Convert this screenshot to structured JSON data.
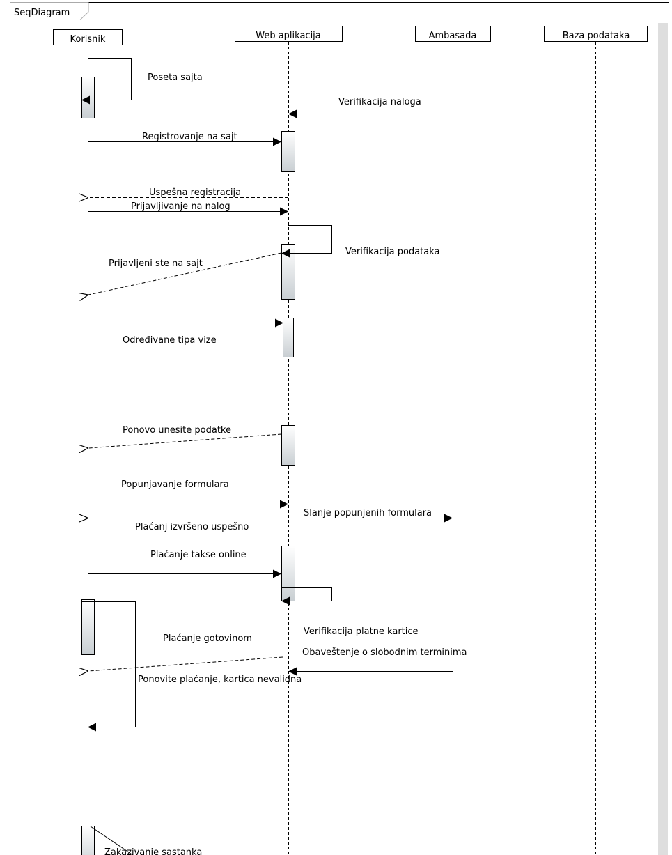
{
  "frame": {
    "title": "SeqDiagram"
  },
  "lifelines": [
    {
      "id": "korisnik",
      "label": "Korisnik"
    },
    {
      "id": "web",
      "label": "Web aplikacija"
    },
    {
      "id": "ambasada",
      "label": "Ambasada"
    },
    {
      "id": "baza",
      "label": "Baza podataka"
    }
  ],
  "messages": [
    {
      "id": "m1",
      "label": "Poseta sajta",
      "kind": "self"
    },
    {
      "id": "m2",
      "label": "Verifikacija naloga",
      "kind": "self"
    },
    {
      "id": "m3",
      "label": "Registrovanje na sajt",
      "kind": "sync"
    },
    {
      "id": "m4",
      "label": "Uspešna registracija",
      "kind": "reply"
    },
    {
      "id": "m5",
      "label": "Prijavljivanje na nalog",
      "kind": "sync"
    },
    {
      "id": "m6",
      "label": "Verifikacija podataka",
      "kind": "self"
    },
    {
      "id": "m7",
      "label": "Prijavljeni ste na sajt",
      "kind": "reply"
    },
    {
      "id": "m8",
      "label": "Određivane tipa vize",
      "kind": "sync"
    },
    {
      "id": "m9",
      "label": "Ponovo unesite podatke",
      "kind": "reply"
    },
    {
      "id": "m10",
      "label": "Popunjavanje formulara",
      "kind": "sync"
    },
    {
      "id": "m11",
      "label": "Slanje popunjenih formulara",
      "kind": "sync"
    },
    {
      "id": "m12",
      "label": "Plaćanj izvršeno uspešno",
      "kind": "reply"
    },
    {
      "id": "m13",
      "label": "Plaćanje takse online",
      "kind": "sync"
    },
    {
      "id": "m14",
      "label": "Verifikacija platne kartice",
      "kind": "self"
    },
    {
      "id": "m15",
      "label": "Plaćanje gotovinom",
      "kind": "self"
    },
    {
      "id": "m16",
      "label": "Obaveštenje o slobodnim terminima",
      "kind": "sync"
    },
    {
      "id": "m17",
      "label": "Ponovite plaćanje, kartica nevalidna",
      "kind": "reply"
    },
    {
      "id": "m18",
      "label": "Zakazivanje sastanka",
      "kind": "sync"
    }
  ]
}
